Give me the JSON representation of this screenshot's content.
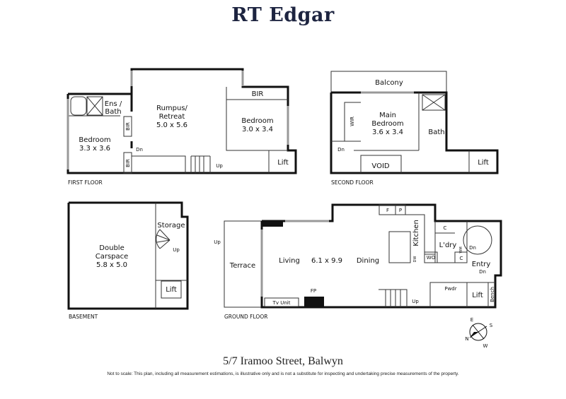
{
  "brand": "RT Edgar",
  "address": "5/7 Iramoo Street, Balwyn",
  "disclaimer": "Not to scale: This plan, including all measurement estimations, is illustrative only and is not a substitute for inspecting and undertaking precise measurements of the property.",
  "first_floor": {
    "title": "FIRST FLOOR",
    "ens_bath": [
      "Ens /",
      "Bath"
    ],
    "bir_1": "BIR",
    "bir_2": "BIR",
    "bir_3": "BIR",
    "rumpus": [
      "Rumpus/",
      "Retreat",
      "5.0 x 5.6"
    ],
    "bedroom_right": [
      "Bedroom",
      "3.0 x 3.4"
    ],
    "bedroom_left": [
      "Bedroom",
      "3.3 x 3.6"
    ],
    "dn": "Dn",
    "up": "Up",
    "lift": "Lift"
  },
  "second_floor": {
    "title": "SECOND FLOOR",
    "balcony": "Balcony",
    "wir": "WIR",
    "main_bedroom": [
      "Main",
      "Bedroom",
      "3.6 x 3.4"
    ],
    "bath": "Bath",
    "void": "VOID",
    "dn": "Dn",
    "lift": "Lift"
  },
  "basement": {
    "title": "BASEMENT",
    "carspace": [
      "Double",
      "Carspace",
      "5.8 x 5.0"
    ],
    "storage": "Storage",
    "up": "Up",
    "lift": "Lift"
  },
  "ground_floor": {
    "title": "GROUND FLOOR",
    "up_terrace": "Up",
    "terrace": "Terrace",
    "living": "Living",
    "dims": "6.1 x 9.9",
    "dining": "Dining",
    "kitchen": "Kitchen",
    "f": "F",
    "p": "P",
    "c1": "C",
    "c2": "C",
    "ldry": "L'dry",
    "wm": "WM",
    "wo": "WO",
    "dw": "DW",
    "entry": "Entry",
    "dn_stair": "Dn",
    "dn_entry": "Dn",
    "pwdr": "Pwdr",
    "lift": "Lift",
    "bench": "Bench",
    "fp": "FP",
    "tv_unit": "Tv Unit",
    "up_stair": "Up"
  },
  "compass": {
    "n": "N",
    "e": "E",
    "s": "S",
    "w": "W"
  }
}
